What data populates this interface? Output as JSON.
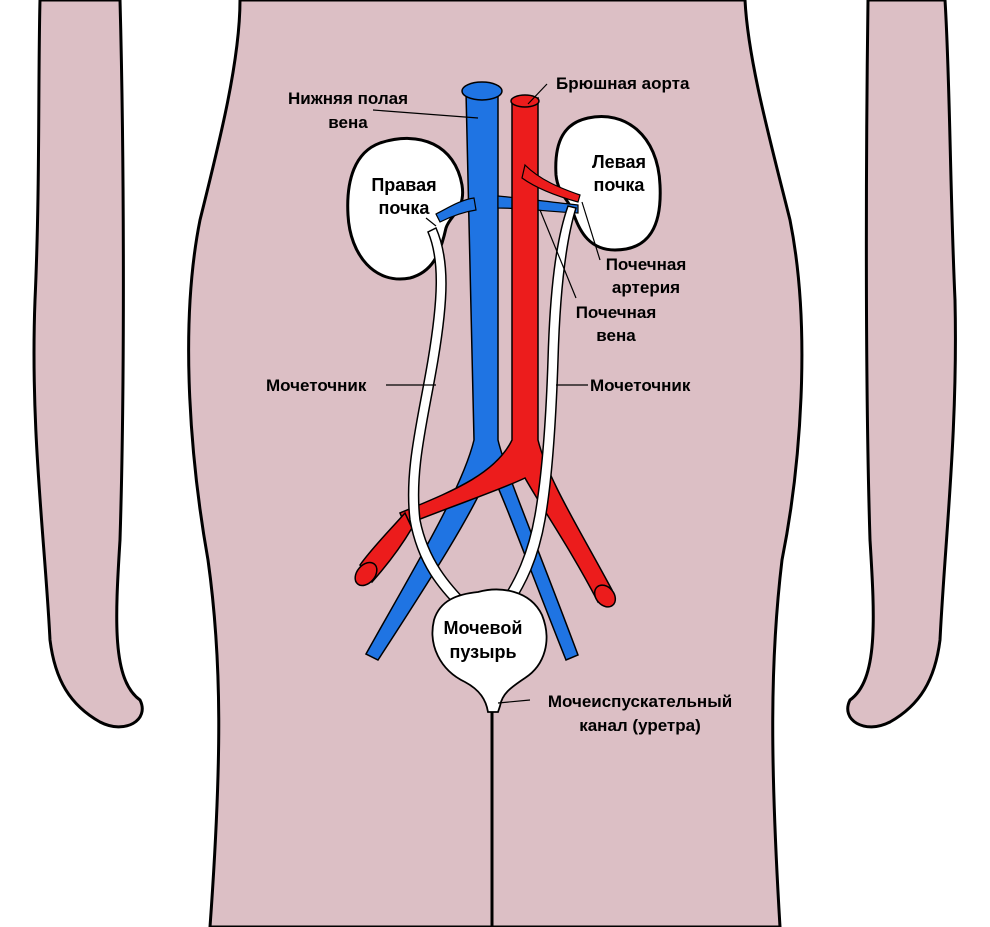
{
  "labels": {
    "ivc_line1": "Нижняя полая",
    "ivc_line2": "вена",
    "aorta": "Брюшная аорта",
    "right_kidney_line1": "Правая",
    "right_kidney_line2": "почка",
    "left_kidney_line1": "Левая",
    "left_kidney_line2": "почка",
    "renal_artery_line1": "Почечная",
    "renal_artery_line2": "артерия",
    "renal_vein_line1": "Почечная",
    "renal_vein_line2": "вена",
    "ureter_left": "Мочеточник",
    "ureter_right": "Мочеточник",
    "bladder_line1": "Мочевой",
    "bladder_line2": "пузырь",
    "urethra_line1": "Мочеиспускательный",
    "urethra_line2": "канал (уретра)"
  },
  "colors": {
    "skin": "#dcbfc5",
    "vein": "#1f74e3",
    "artery": "#ec1c1c",
    "organ": "#ffffff",
    "outline": "#000000"
  }
}
